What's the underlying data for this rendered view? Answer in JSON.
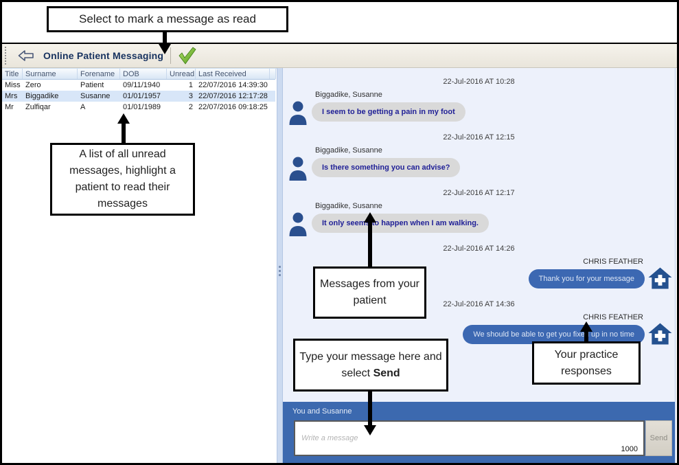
{
  "annotations": {
    "mark_read": "Select to mark a message as read",
    "unread_list": "A list of all unread messages, highlight a patient to read their messages",
    "patient_messages": "Messages from your patient",
    "type_message_pre": "Type your message here and select ",
    "type_message_bold": "Send",
    "practice_responses": "Your practice responses"
  },
  "toolbar": {
    "title": "Online Patient Messaging"
  },
  "table": {
    "columns": [
      "Title",
      "Surname",
      "Forename",
      "DOB",
      "Unread",
      "Last Received"
    ],
    "rows": [
      {
        "title": "Miss",
        "surname": "Zero",
        "forename": "Patient",
        "dob": "09/11/1940",
        "unread": "1",
        "last_received": "22/07/2016 14:39:30",
        "selected": false
      },
      {
        "title": "Mrs",
        "surname": "Biggadike",
        "forename": "Susanne",
        "dob": "01/01/1957",
        "unread": "3",
        "last_received": "22/07/2016 12:17:28",
        "selected": true
      },
      {
        "title": "Mr",
        "surname": "Zulfiqar",
        "forename": "A",
        "dob": "01/01/1989",
        "unread": "2",
        "last_received": "22/07/2016 09:18:25",
        "selected": false
      }
    ]
  },
  "chat": {
    "messages": [
      {
        "timestamp": "22-Jul-2016 AT 10:28",
        "sender": "Biggadike, Susanne",
        "text": "I seem to be getting a pain in my foot",
        "from": "patient"
      },
      {
        "timestamp": "22-Jul-2016 AT 12:15",
        "sender": "Biggadike, Susanne",
        "text": "Is there something you can advise?",
        "from": "patient"
      },
      {
        "timestamp": "22-Jul-2016 AT 12:17",
        "sender": "Biggadike, Susanne",
        "text": "It only seems to happen when I am walking.",
        "from": "patient"
      },
      {
        "timestamp": "22-Jul-2016 AT 14:26",
        "sender": "CHRIS FEATHER",
        "text": "Thank you for your message",
        "from": "practice"
      },
      {
        "timestamp": "22-Jul-2016 AT 14:36",
        "sender": "CHRIS FEATHER",
        "text": "We should be able to get you fixed up in no time",
        "from": "practice"
      }
    ]
  },
  "compose": {
    "header": "You and Susanne",
    "placeholder": "Write a message",
    "char_count": "1000",
    "send_label": "Send"
  },
  "colors": {
    "accent_blue": "#3c69af",
    "bubble_patient": "#d9d9d9",
    "bubble_patient_text": "#1f1f96",
    "bubble_practice": "#3c68b2",
    "avatar_blue": "#2a4f8e",
    "check_green": "#5aa82c",
    "title_navy": "#17325f"
  }
}
